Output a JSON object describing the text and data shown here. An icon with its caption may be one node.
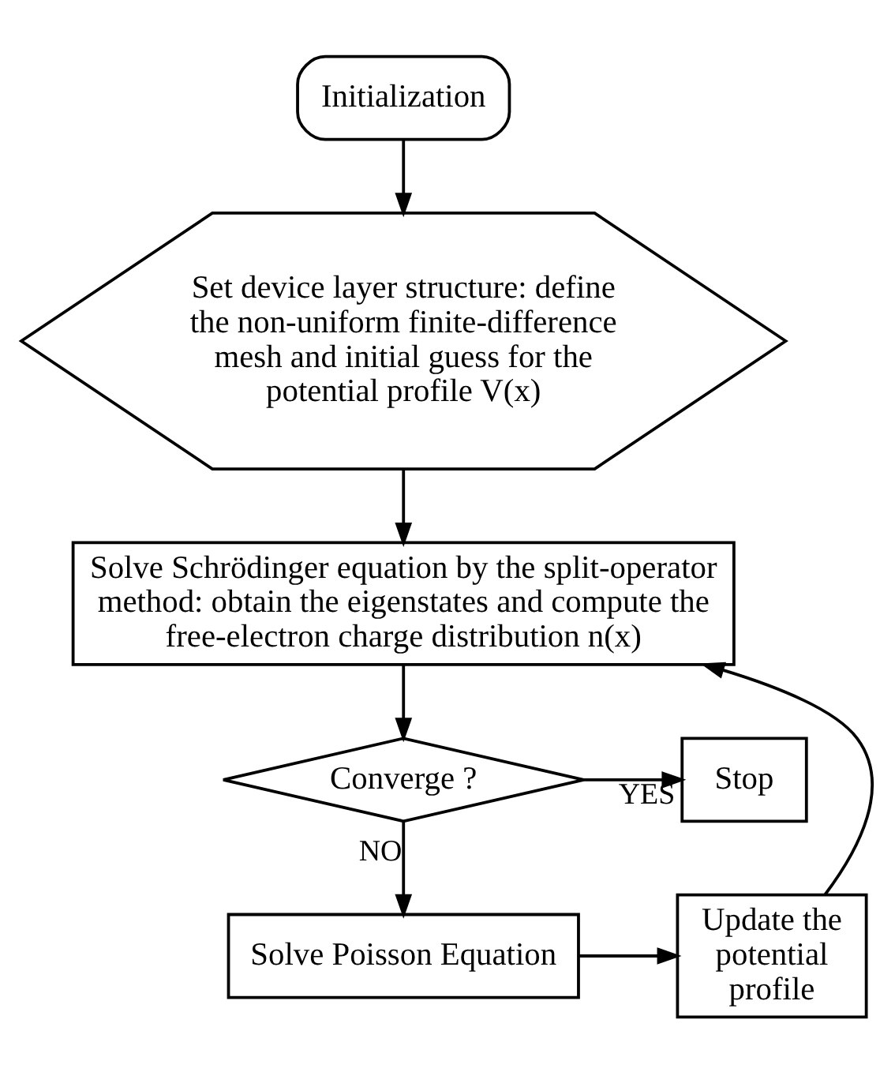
{
  "diagram": {
    "nodes": [
      {
        "text": [
          "Initialization"
        ]
      },
      {
        "text": [
          "Set device layer structure: define the non-uniform finite-difference mesh and initial guess for the potential profile V(x)"
        ]
      },
      {
        "text": [
          "Solve Schrödinger equation by the split-operator method: obtain the eigenstates and compute the free-electron charge distribution n(x)"
        ]
      },
      {
        "text": [
          "Converge ?"
        ]
      },
      {
        "text": [
          "Stop"
        ]
      },
      {
        "text": [
          "Solve Poisson Equation"
        ]
      },
      {
        "text": [
          "Update the potential profile"
        ]
      }
    ],
    "edges": [
      {
        "from": 0,
        "to": 1,
        "arrow": "to"
      },
      {
        "from": 1,
        "to": 2,
        "arrow": "to"
      },
      {
        "from": 2,
        "to": 3,
        "arrow": "to"
      },
      {
        "from": 3,
        "to": 4,
        "arrow": "to",
        "label": "YES"
      },
      {
        "from": 3,
        "to": 5,
        "arrow": "to",
        "label": "NO"
      },
      {
        "from": 5,
        "to": 6,
        "arrow": "to"
      },
      {
        "from": 6,
        "to": 2,
        "arrow": "to"
      }
    ]
  }
}
